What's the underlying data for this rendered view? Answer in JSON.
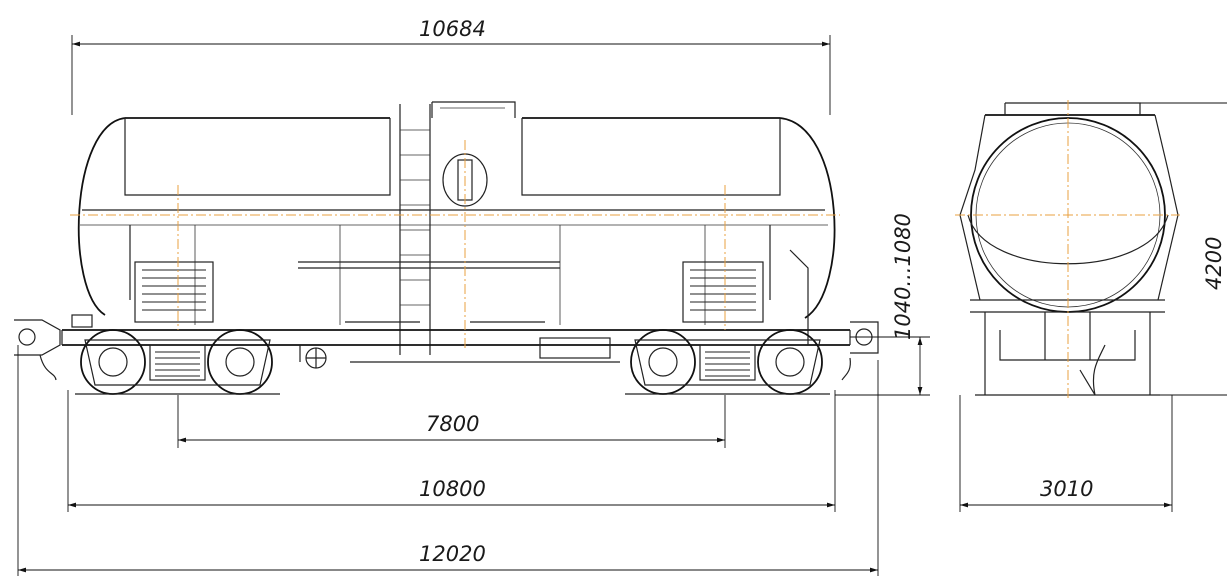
{
  "dimensions": {
    "tank_length": "10684",
    "bogie_center_distance": "7800",
    "frame_length": "10800",
    "coupler_length": "12020",
    "coupler_height": "1040...1080",
    "total_height": "4200",
    "width": "3010"
  },
  "colors": {
    "outline": "#222222",
    "center_axis": "#e8a040",
    "background": "#ffffff"
  }
}
